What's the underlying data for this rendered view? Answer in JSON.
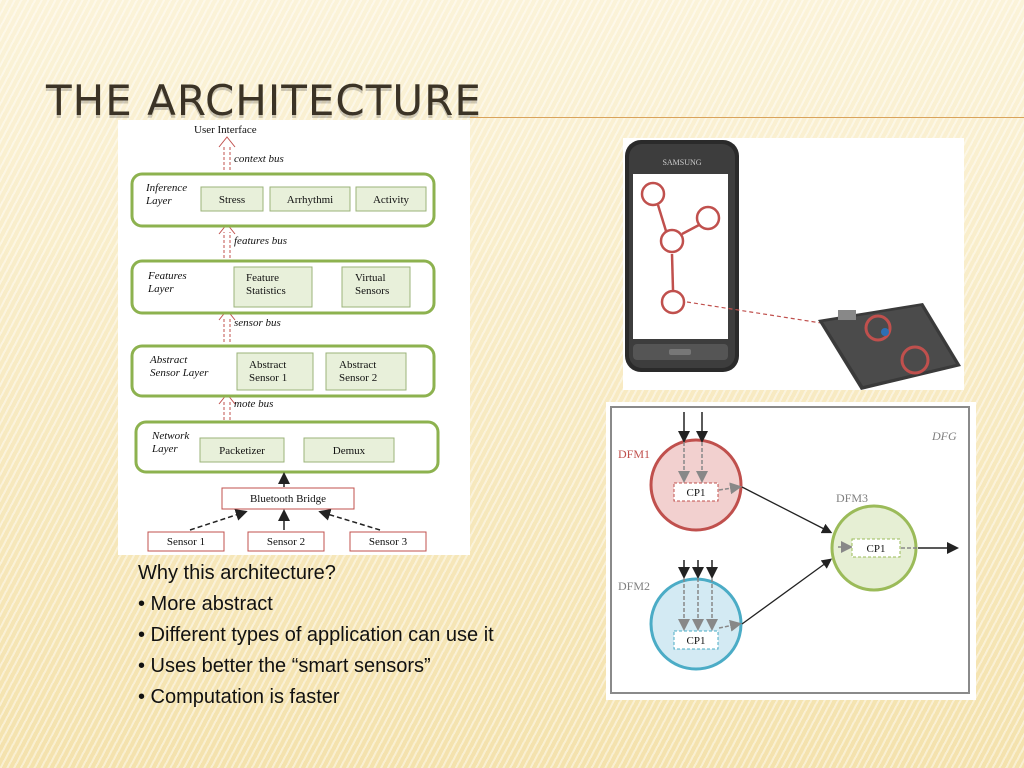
{
  "slide": {
    "title": "The Architecture"
  },
  "architecture": {
    "top_label": "User Interface",
    "buses": [
      "context bus",
      "features bus",
      "sensor bus",
      "mote bus"
    ],
    "layers": [
      {
        "name_line1": "Inference",
        "name_line2": "Layer",
        "modules": [
          [
            "Stress"
          ],
          [
            "Arrhythmi"
          ],
          [
            "Activity"
          ]
        ]
      },
      {
        "name_line1": "Features",
        "name_line2": "Layer",
        "modules": [
          [
            "Feature",
            "Statistics"
          ],
          [
            "Virtual",
            "Sensors"
          ]
        ]
      },
      {
        "name_line1": "Abstract",
        "name_line2": "Sensor Layer",
        "modules": [
          [
            "Abstract",
            "Sensor 1"
          ],
          [
            "Abstract",
            "Sensor 2"
          ]
        ]
      },
      {
        "name_line1": "Network",
        "name_line2": "Layer",
        "modules": [
          [
            "Packetizer"
          ],
          [
            "Demux"
          ]
        ]
      }
    ],
    "bridge": "Bluetooth Bridge",
    "sensors": [
      "Sensor 1",
      "Sensor 2",
      "Sensor 3"
    ]
  },
  "phone": {
    "brand": "SAMSUNG"
  },
  "dfg": {
    "label": "DFG",
    "nodes": [
      {
        "name": "DFM1",
        "cp": "CP1",
        "color": "#c0504d",
        "fill": "#f2d0cf"
      },
      {
        "name": "DFM2",
        "cp": "CP1",
        "color": "#4bacc6",
        "fill": "#d3eaf3"
      },
      {
        "name": "DFM3",
        "cp": "CP1",
        "color": "#9bbb59",
        "fill": "#e6efd4"
      }
    ]
  },
  "caption": {
    "heading": "Why this architecture?",
    "bullets": [
      "• More abstract",
      "• Different types of application can use it",
      "• Uses better the “smart sensors”",
      "• Computation is faster"
    ]
  },
  "colors": {
    "layer_border": "#8db24f",
    "module_fill": "#e8f0da",
    "bus_arrow": "#c0504d",
    "title": "#3b3326"
  }
}
